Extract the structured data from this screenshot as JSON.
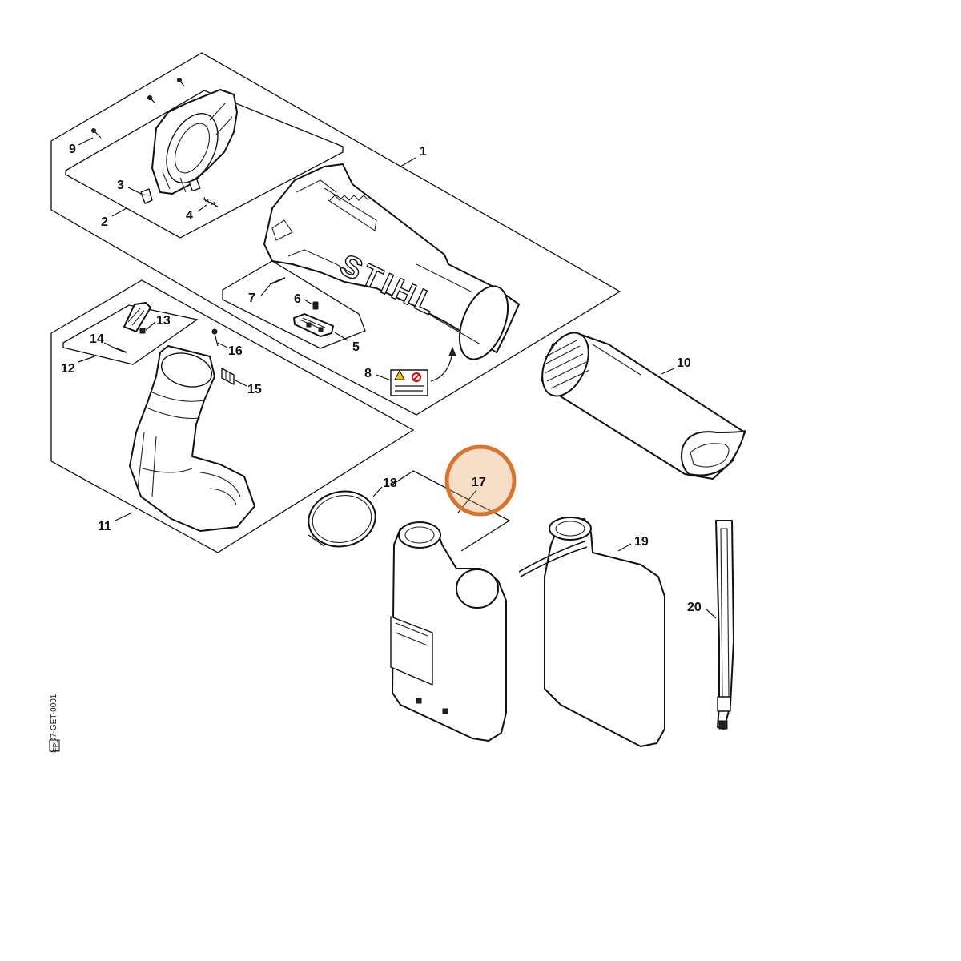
{
  "diagram": {
    "brand_text": "STIHL",
    "drawing_number": "SA07-GET-0001",
    "drawing_code": "FPL",
    "highlight_color": "#d9742a",
    "highlighted_part": "17",
    "callouts": {
      "p1": "1",
      "p2": "2",
      "p3": "3",
      "p4": "4",
      "p5": "5",
      "p6": "6",
      "p7": "7",
      "p8": "8",
      "p9": "9",
      "p10": "10",
      "p11": "11",
      "p12": "12",
      "p13": "13",
      "p14": "14",
      "p15": "15",
      "p16": "16",
      "p17": "17",
      "p18": "18",
      "p19": "19",
      "p20": "20"
    }
  }
}
